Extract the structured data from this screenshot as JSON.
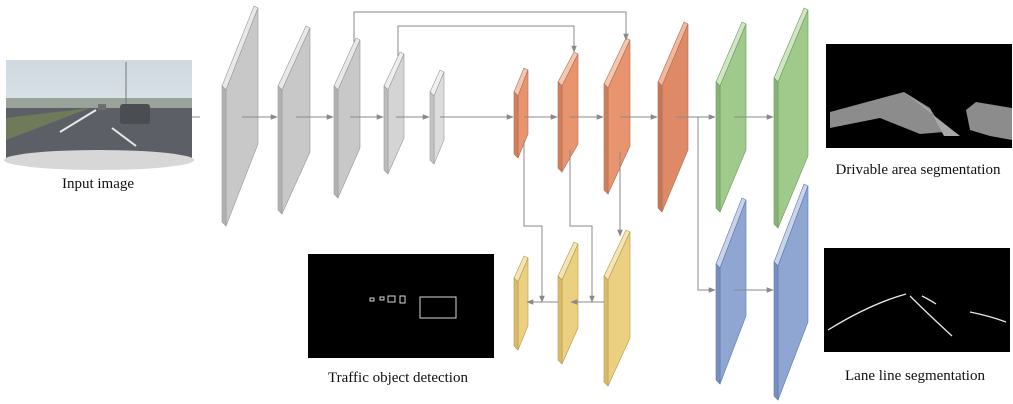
{
  "labels": {
    "input": "Input image",
    "drivable": "Drivable area segmentation",
    "lane": "Lane line segmentation",
    "detection": "Traffic object detection"
  },
  "colors": {
    "encoder": "#c8c8c8",
    "neck": "#e8956f",
    "drivable_head": "#9fca8c",
    "lane_head": "#8fa6d2",
    "detect_head": "#ecd081",
    "arrow": "#8a8a8a",
    "output_bg": "#000000",
    "mask": "#8c8c8c"
  },
  "icons": {
    "input_thumbnail": "road-photo",
    "drivable_output": "drivable-mask",
    "lane_output": "lane-lines",
    "detection_output": "bounding-boxes"
  }
}
